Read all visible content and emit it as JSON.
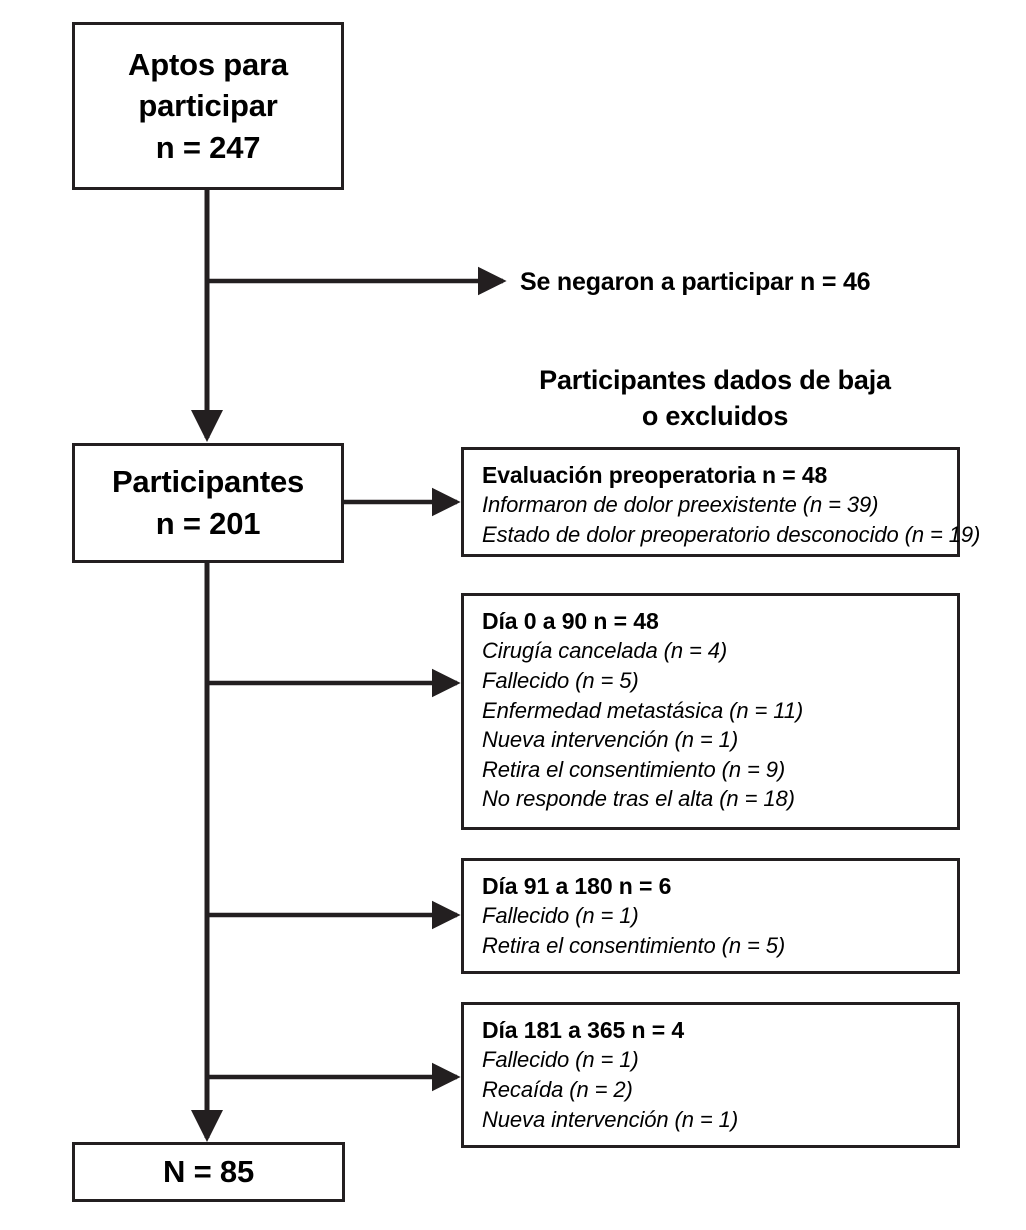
{
  "diagram": {
    "title": "Diagrama de flujo de participantes del estudio",
    "line_color": "#231f20",
    "box_fill": "#ffffff"
  },
  "nodes": {
    "eligible": {
      "lines": [
        "Aptos para",
        "participar",
        "n = 247"
      ]
    },
    "participants": {
      "lines": [
        "Participantes",
        "n = 201"
      ]
    },
    "final": {
      "lines": [
        "N = 85"
      ]
    }
  },
  "labels": {
    "refused": "Se negaron a participar n = 46",
    "excluded_heading_line1": "Participantes dados de baja",
    "excluded_heading_line2": "o excluidos"
  },
  "exclusions": [
    {
      "heading": "Evaluación preoperatoria n = 48",
      "reasons": [
        "Informaron de dolor preexistente (n = 39)",
        "Estado de dolor preoperatorio desconocido (n = 19)"
      ]
    },
    {
      "heading": "Día 0 a 90 n = 48",
      "reasons": [
        "Cirugía cancelada (n = 4)",
        "Fallecido (n = 5)",
        "Enfermedad metastásica (n = 11)",
        "Nueva intervención (n = 1)",
        "Retira el consentimiento (n = 9)",
        "No responde tras el alta (n = 18)"
      ]
    },
    {
      "heading": "Día 91 a 180 n = 6",
      "reasons": [
        "Fallecido (n = 1)",
        "Retira el consentimiento (n = 5)"
      ]
    },
    {
      "heading": "Día 181 a 365 n = 4",
      "reasons": [
        "Fallecido (n = 1)",
        "Recaída (n = 2)",
        "Nueva intervención (n = 1)"
      ]
    }
  ]
}
